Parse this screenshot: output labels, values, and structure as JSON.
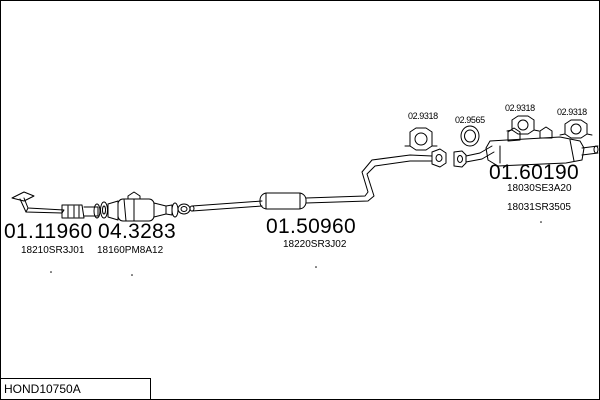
{
  "title": "HOND10750A",
  "parts": [
    {
      "number": "01.11960",
      "ref": "18210SR3J01"
    },
    {
      "number": "04.3283",
      "ref": "18160PM8A12"
    },
    {
      "number": "01.50960",
      "ref": "18220SR3J02"
    },
    {
      "number": "01.60190",
      "refs": [
        "18030SE3A20",
        "18031SR3505"
      ]
    }
  ],
  "accessories": [
    "02.9318",
    "02.9565",
    "02.9318",
    "02.9318"
  ]
}
